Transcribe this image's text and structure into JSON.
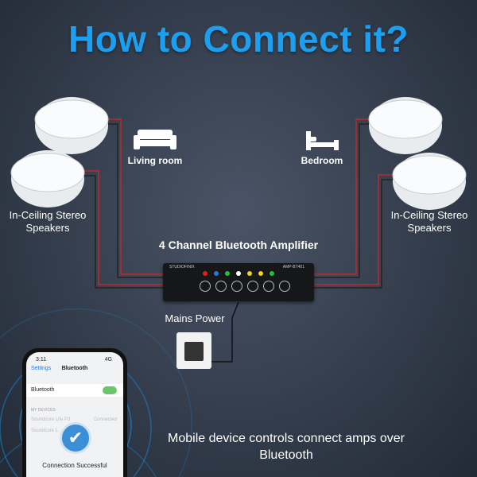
{
  "title": "How to Connect it?",
  "rooms": {
    "left": "Living room",
    "right": "Bedroom"
  },
  "speakers": {
    "left_label": "In-Ceiling Stereo Speakers",
    "right_label": "In-Ceiling Stereo Speakers"
  },
  "amplifier": {
    "title": "4 Channel Bluetooth Amplifier",
    "brand": "STUDIOFINIX",
    "model": "AMP-BT401",
    "led_colors": [
      "#e02020",
      "#1e7be0",
      "#22c040",
      "#ffffff",
      "#f0d020",
      "#f0d020",
      "#22c040"
    ]
  },
  "power": {
    "label": "Mains Power"
  },
  "phone": {
    "time": "3:11",
    "status": "4G",
    "back": "Settings",
    "screen_title": "Bluetooth",
    "bluetooth_label": "Bluetooth",
    "bluetooth_on": true,
    "section": "MY DEVICES",
    "device1": "Soundcore Life P3",
    "device1_status": "Connected",
    "device2": "Soundcore L",
    "success": "Connection Successful"
  },
  "caption": "Mobile device controls connect amps over Bluetooth",
  "colors": {
    "title": "#1c9ff0",
    "wire": "#c0282a",
    "terminal": "#2fa84f"
  }
}
